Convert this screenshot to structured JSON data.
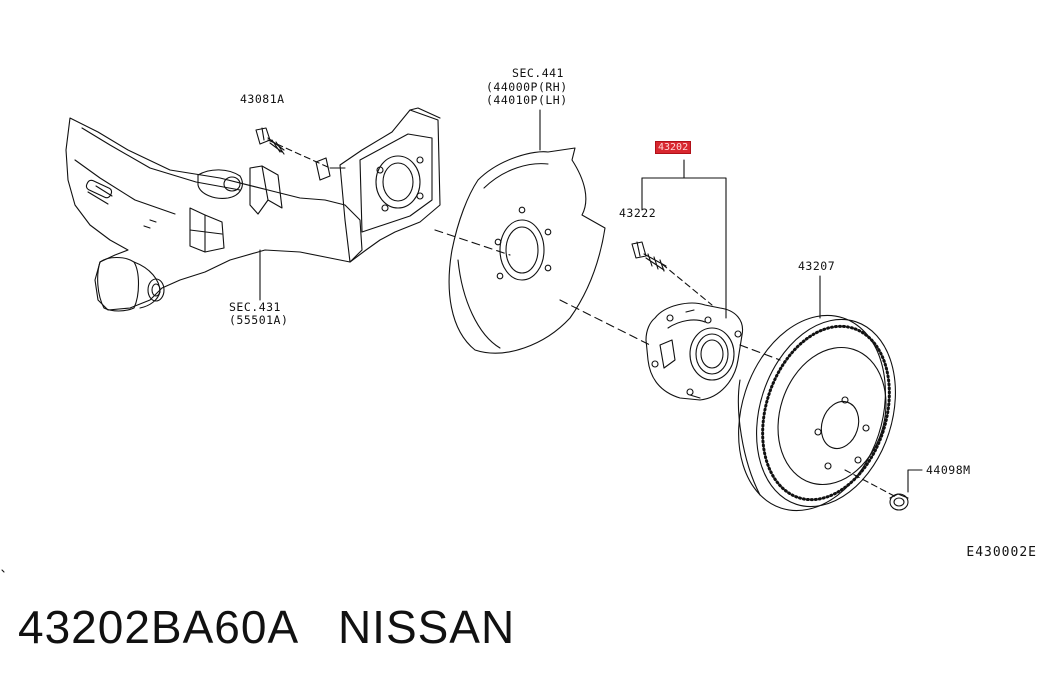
{
  "diagram": {
    "labels": {
      "bolt_top": "43081A",
      "shield_sec": "SEC.441",
      "shield_rh": "(44000P(RH)",
      "shield_lh": "(44010P(LH)",
      "hub_part": "43202",
      "hub_bolt": "43222",
      "rotor": "43207",
      "cap": "44098M",
      "axle_sec": "SEC.431",
      "axle_part": "(55501A)"
    },
    "diagram_code": "E430002E"
  },
  "caption": {
    "part_number": "43202BA60A",
    "brand": "NISSAN"
  },
  "colors": {
    "line": "#111111",
    "highlight": "#d8272f"
  }
}
